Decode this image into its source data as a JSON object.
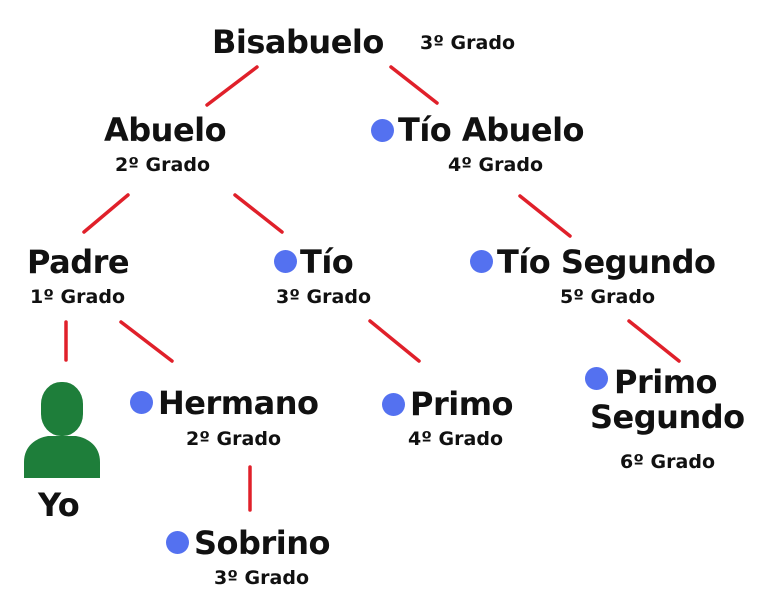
{
  "diagram": {
    "title_node": {
      "name": "Bisabuelo",
      "grade": "3º Grado"
    },
    "nodes": [
      {
        "id": "abuelo",
        "name": "Abuelo",
        "grade": "2º Grado",
        "dot": false
      },
      {
        "id": "tio-abuelo",
        "name": "Tío Abuelo",
        "grade": "4º Grado",
        "dot": true
      },
      {
        "id": "padre",
        "name": "Padre",
        "grade": "1º Grado",
        "dot": false
      },
      {
        "id": "tio",
        "name": "Tío",
        "grade": "3º Grado",
        "dot": true
      },
      {
        "id": "tio-segundo",
        "name": "Tío Segundo",
        "grade": "5º Grado",
        "dot": true
      },
      {
        "id": "yo",
        "name": "Yo",
        "grade": "",
        "dot": false,
        "icon": "person-icon"
      },
      {
        "id": "hermano",
        "name": "Hermano",
        "grade": "2º Grado",
        "dot": true
      },
      {
        "id": "primo",
        "name": "Primo",
        "grade": "4º Grado",
        "dot": true
      },
      {
        "id": "primo-segundo",
        "name_line1": "Primo",
        "name_line2": "Segundo",
        "grade": "6º Grado",
        "dot": true
      },
      {
        "id": "sobrino",
        "name": "Sobrino",
        "grade": "3º Grado",
        "dot": true
      }
    ],
    "colors": {
      "line": "#e0202a",
      "dot": "#5471f0",
      "avatar": "#1e7e3a",
      "text": "#111111"
    }
  }
}
